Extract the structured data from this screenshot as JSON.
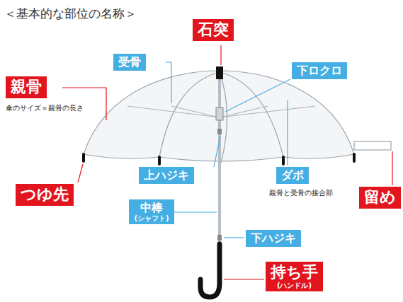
{
  "diagram": {
    "title": "＜基本的な部位の名称＞",
    "nodes": [
      {
        "text": [
          "石突"
        ]
      },
      {
        "text": [
          "受骨"
        ]
      },
      {
        "text": [
          "下ロクロ"
        ]
      },
      {
        "text": [
          "親骨"
        ]
      },
      {
        "text": [
          "上ハジキ"
        ]
      },
      {
        "text": [
          "ダボ"
        ]
      },
      {
        "text": [
          "つゆ先"
        ]
      },
      {
        "text": [
          "留め"
        ]
      },
      {
        "text": [
          "中棒",
          "(シャフト)"
        ]
      },
      {
        "text": [
          "下ハジキ"
        ]
      },
      {
        "text": [
          "持ち手",
          "(ハンドル)"
        ]
      }
    ],
    "labels": [
      "傘のサイズ＝親骨の長さ",
      "親骨と受骨の接合部"
    ]
  }
}
